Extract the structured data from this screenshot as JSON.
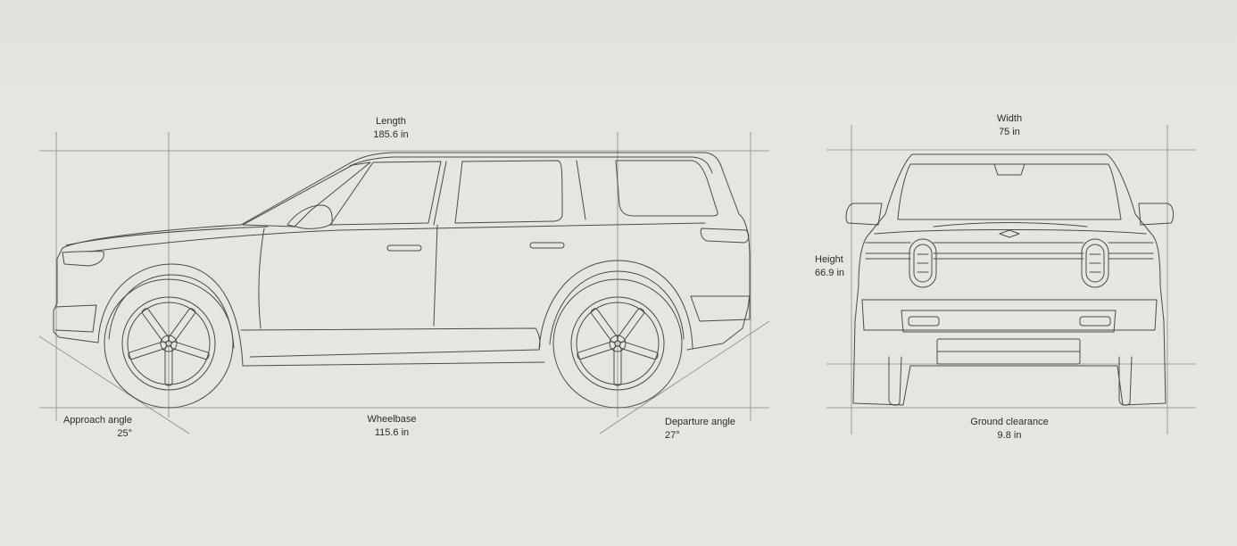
{
  "side_view": {
    "length": {
      "label": "Length",
      "value": "185.6 in"
    },
    "wheelbase": {
      "label": "Wheelbase",
      "value": "115.6 in"
    },
    "approach_angle": {
      "label": "Approach angle",
      "value": "25°"
    },
    "departure_angle": {
      "label": "Departure angle",
      "value": "27°"
    }
  },
  "front_view": {
    "width": {
      "label": "Width",
      "value": "75 in"
    },
    "height": {
      "label": "Height",
      "value": "66.9 in"
    },
    "ground_clearance": {
      "label": "Ground clearance",
      "value": "9.8 in"
    }
  },
  "colors": {
    "background": "#e6e5e0",
    "line": "#4a4a4a",
    "guide": "#8a8a86",
    "text": "#2b2b2b"
  }
}
